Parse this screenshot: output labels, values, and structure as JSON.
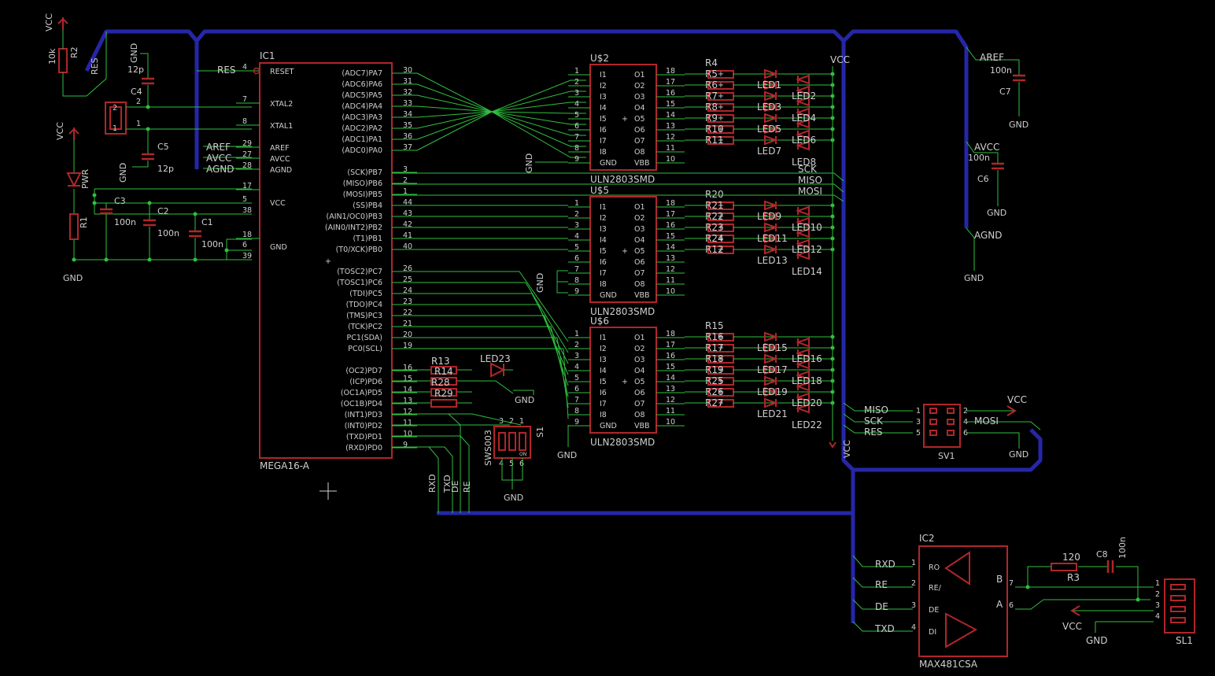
{
  "ic1": {
    "name": "IC1",
    "value": "MEGA16-A",
    "left_pins": [
      {
        "label": "RESET",
        "num": "4"
      },
      {
        "label": "XTAL2",
        "num": "7"
      },
      {
        "label": "XTAL1",
        "num": "8"
      },
      {
        "label": "AREF",
        "num": "29"
      },
      {
        "label": "AVCC",
        "num": "27"
      },
      {
        "label": "AGND",
        "num": "28"
      },
      {
        "label": "VCC",
        "num": "17"
      },
      {
        "label": "GND",
        "num": "18"
      }
    ],
    "extra_left_nums": [
      "5",
      "38",
      "6",
      "39"
    ],
    "right_pins": [
      {
        "label": "(ADC7)PA7",
        "num": "30"
      },
      {
        "label": "(ADC6)PA6",
        "num": "31"
      },
      {
        "label": "(ADC5)PA5",
        "num": "32"
      },
      {
        "label": "(ADC4)PA4",
        "num": "33"
      },
      {
        "label": "(ADC3)PA3",
        "num": "34"
      },
      {
        "label": "(ADC2)PA2",
        "num": "35"
      },
      {
        "label": "(ADC1)PA1",
        "num": "36"
      },
      {
        "label": "(ADC0)PA0",
        "num": "37"
      },
      {
        "label": "(SCK)PB7",
        "num": "3"
      },
      {
        "label": "(MISO)PB6",
        "num": "2"
      },
      {
        "label": "(MOSI)PB5",
        "num": "1"
      },
      {
        "label": "(SS)PB4",
        "num": "44"
      },
      {
        "label": "(AIN1/OC0)PB3",
        "num": "43"
      },
      {
        "label": "(AIN0/INT2)PB2",
        "num": "42"
      },
      {
        "label": "(T1)PB1",
        "num": "41"
      },
      {
        "label": "(T0/XCK)PB0",
        "num": "40"
      },
      {
        "label": "(TOSC2)PC7",
        "num": "26"
      },
      {
        "label": "(TOSC1)PC6",
        "num": "25"
      },
      {
        "label": "(TDI)PC5",
        "num": "24"
      },
      {
        "label": "(TDO)PC4",
        "num": "23"
      },
      {
        "label": "(TMS)PC3",
        "num": "22"
      },
      {
        "label": "(TCK)PC2",
        "num": "21"
      },
      {
        "label": "PC1(SDA)",
        "num": "20"
      },
      {
        "label": "PC0(SCL)",
        "num": "19"
      },
      {
        "label": "(OC2)PD7",
        "num": "16"
      },
      {
        "label": "(ICP)PD6",
        "num": "15"
      },
      {
        "label": "(OC1A)PD5",
        "num": "14"
      },
      {
        "label": "(OC1B)PD4",
        "num": "13"
      },
      {
        "label": "(INT1)PD3",
        "num": "12"
      },
      {
        "label": "(INT0)PD2",
        "num": "11"
      },
      {
        "label": "(TXD)PD1",
        "num": "10"
      },
      {
        "label": "(RXD)PD0",
        "num": "9"
      }
    ]
  },
  "drivers": [
    {
      "name": "U$2",
      "value": "ULN2803SMD"
    },
    {
      "name": "U$5",
      "value": "ULN2803SMD"
    },
    {
      "name": "U$6",
      "value": "ULN2803SMD"
    }
  ],
  "uln_left": [
    "I1",
    "I2",
    "I3",
    "I4",
    "I5",
    "I6",
    "I7",
    "I8",
    "GND"
  ],
  "uln_left_nums": [
    "1",
    "2",
    "3",
    "4",
    "5",
    "6",
    "7",
    "8",
    "9"
  ],
  "uln_right": [
    "O1",
    "O2",
    "O3",
    "O4",
    "O5",
    "O6",
    "O7",
    "O8",
    "VBB"
  ],
  "uln_right_nums": [
    "18",
    "17",
    "16",
    "15",
    "14",
    "13",
    "12",
    "11",
    "10"
  ],
  "resistor_groups": [
    {
      "title": "R4",
      "items": [
        "R5",
        "R6",
        "R7",
        "R8",
        "R9",
        "R10",
        "R11"
      ]
    },
    {
      "title": "R20",
      "items": [
        "R21",
        "R22",
        "R23",
        "R24",
        "R12"
      ]
    },
    {
      "title": "R15",
      "items": [
        "R16",
        "R17",
        "R18",
        "R19",
        "R25",
        "R26",
        "R27"
      ]
    }
  ],
  "led_groups": [
    {
      "a": [
        "LED1",
        "LED3",
        "LED5",
        "LED7"
      ],
      "b": [
        "LED2",
        "LED4",
        "LED6",
        "LED8"
      ]
    },
    {
      "a": [
        "LED9",
        "LED11",
        "LED13"
      ],
      "b": [
        "LED10",
        "LED12",
        "LED14"
      ]
    },
    {
      "a": [
        "LED15",
        "LED17",
        "LED19",
        "LED21"
      ],
      "b": [
        "LED16",
        "LED18",
        "LED20",
        "LED22"
      ]
    }
  ],
  "pd_resistors": [
    "R13",
    "R14",
    "R28",
    "R29"
  ],
  "led23": "LED23",
  "switch": {
    "name": "S1",
    "value": "SWS003",
    "pins_top": [
      "3",
      "2",
      "1"
    ],
    "pins_bot": [
      "4",
      "5",
      "6"
    ],
    "on": "ON"
  },
  "power": {
    "vcc": "VCC",
    "gnd": "GND",
    "aref": "AREF",
    "avcc": "AVCC",
    "agnd": "AGND",
    "res": "RES",
    "pwr": "PWR",
    "r2": "R2",
    "r2_value": "10k",
    "r1": "R1"
  },
  "caps": {
    "c4": "C4",
    "c4v": "12p",
    "c5": "C5",
    "c5v": "12p",
    "c3": "C3",
    "c3v": "100n",
    "c2": "C2",
    "c2v": "100n",
    "c1": "C1",
    "c1v": "100n",
    "c7": "C7",
    "c7v": "100n",
    "c6": "C6",
    "c6v": "100n",
    "c8": "C8",
    "c8v": "100n"
  },
  "spi": {
    "sck": "SCK",
    "miso": "MISO",
    "mosi": "MOSI"
  },
  "sv1": {
    "name": "SV1",
    "miso": "MISO",
    "sck": "SCK",
    "res": "RES",
    "mosi": "MOSI",
    "pins_left": [
      "1",
      "3",
      "5"
    ],
    "pins_right": [
      "2",
      "4",
      "6"
    ]
  },
  "uart": {
    "rxd": "RXD",
    "txd": "TXD",
    "de": "DE",
    "re": "RE"
  },
  "ic2": {
    "name": "IC2",
    "value": "MAX481CSA",
    "left": [
      {
        "label": "RO",
        "num": "1"
      },
      {
        "label": "RE/",
        "num": "2"
      },
      {
        "label": "DE",
        "num": "3"
      },
      {
        "label": "DI",
        "num": "4"
      }
    ],
    "right": [
      {
        "label": "B",
        "num": "7"
      },
      {
        "label": "A",
        "num": "6"
      }
    ],
    "nets": [
      "RXD",
      "RE",
      "DE",
      "TXD"
    ]
  },
  "r3": {
    "name": "R3",
    "value": "120"
  },
  "sl1": {
    "name": "SL1",
    "pins": [
      "1",
      "2",
      "3",
      "4"
    ]
  }
}
